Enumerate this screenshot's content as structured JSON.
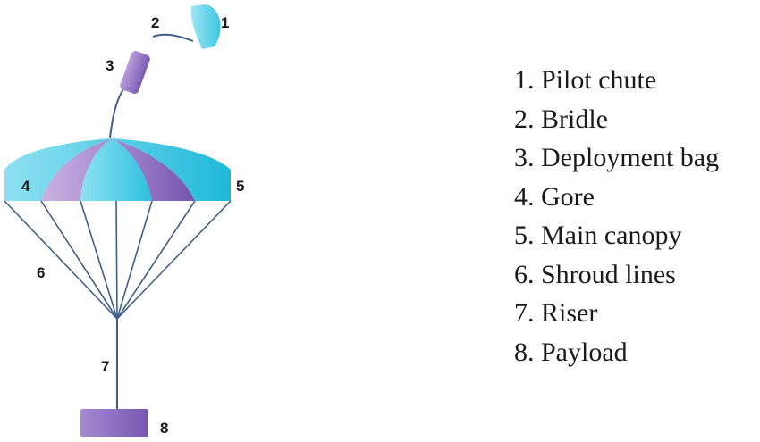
{
  "diagram": {
    "labels": {
      "pilot_chute": "1",
      "bridle": "2",
      "deployment_bag": "3",
      "gore": "4",
      "main_canopy": "5",
      "shroud_lines": "6",
      "riser": "7",
      "payload": "8"
    },
    "colors": {
      "cyan": "#5ccfe8",
      "purple": "#8e6fc1",
      "light_purple": "#c0a6da",
      "line": "#3f5f8a"
    }
  },
  "legend": {
    "items": [
      "1. Pilot chute",
      "2. Bridle",
      "3. Deployment bag",
      "4. Gore",
      "5. Main canopy",
      "6. Shroud lines",
      "7. Riser",
      "8. Payload"
    ]
  }
}
